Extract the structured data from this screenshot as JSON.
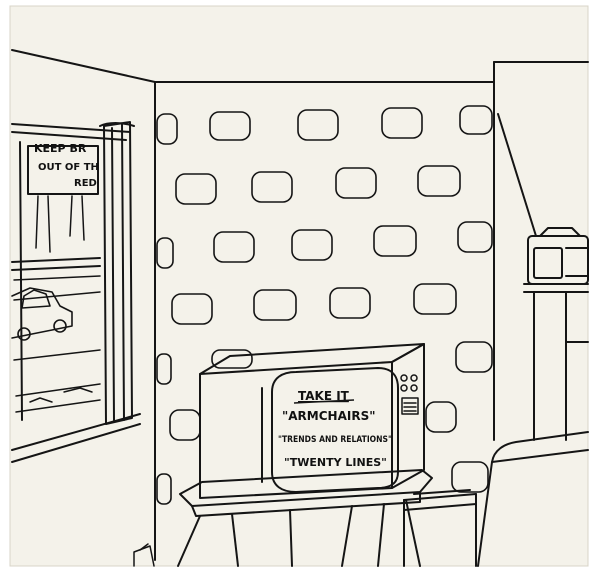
{
  "colors": {
    "paper": "#f4f2ea",
    "ink": "#151515",
    "frame": "#ffffff"
  },
  "window_sign": {
    "line1": "KEEP BR",
    "line2": "OUT OF TH",
    "line3": "RED"
  },
  "tv_screen": {
    "line1": "TAKE IT",
    "line2": "\"ARMCHAIRS\"",
    "line3": "\"TRENDS AND RELATIONS\"",
    "line4": "\"TWENTY LINES\""
  }
}
